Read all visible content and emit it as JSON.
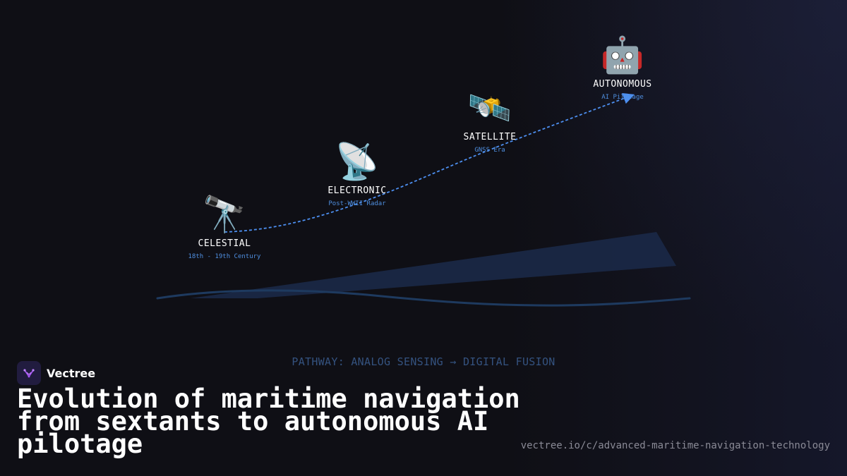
{
  "diagram": {
    "stages": [
      {
        "icon": "telescope-icon",
        "glyph": "🔭",
        "label": "CELESTIAL",
        "sub": "18th - 19th Century"
      },
      {
        "icon": "satellite-dish-icon",
        "glyph": "📡",
        "label": "ELECTRONIC",
        "sub": "Post-WWII Radar"
      },
      {
        "icon": "satellite-icon",
        "glyph": "🛰️",
        "label": "SATELLITE",
        "sub": "GNSS Era"
      },
      {
        "icon": "robot-icon",
        "glyph": "🤖",
        "label": "AUTONOMOUS",
        "sub": "AI Pilotage"
      }
    ],
    "pathway": "PATHWAY: ANALOG SENSING → DIGITAL FUSION",
    "colors": {
      "path": "#4d8ff0",
      "wedge": "#1b2a4a",
      "wave": "#1e3a5f",
      "label": "#ffffff",
      "sublabel": "#4f8fe0"
    }
  },
  "brand": {
    "name": "Vectree",
    "logo_icon": "vectree-logo-icon",
    "logo_color": "#a855f7"
  },
  "title": "Evolution of maritime navigation from sextants to autonomous AI pilotage",
  "url": "vectree.io/c/advanced-maritime-navigation-technology"
}
